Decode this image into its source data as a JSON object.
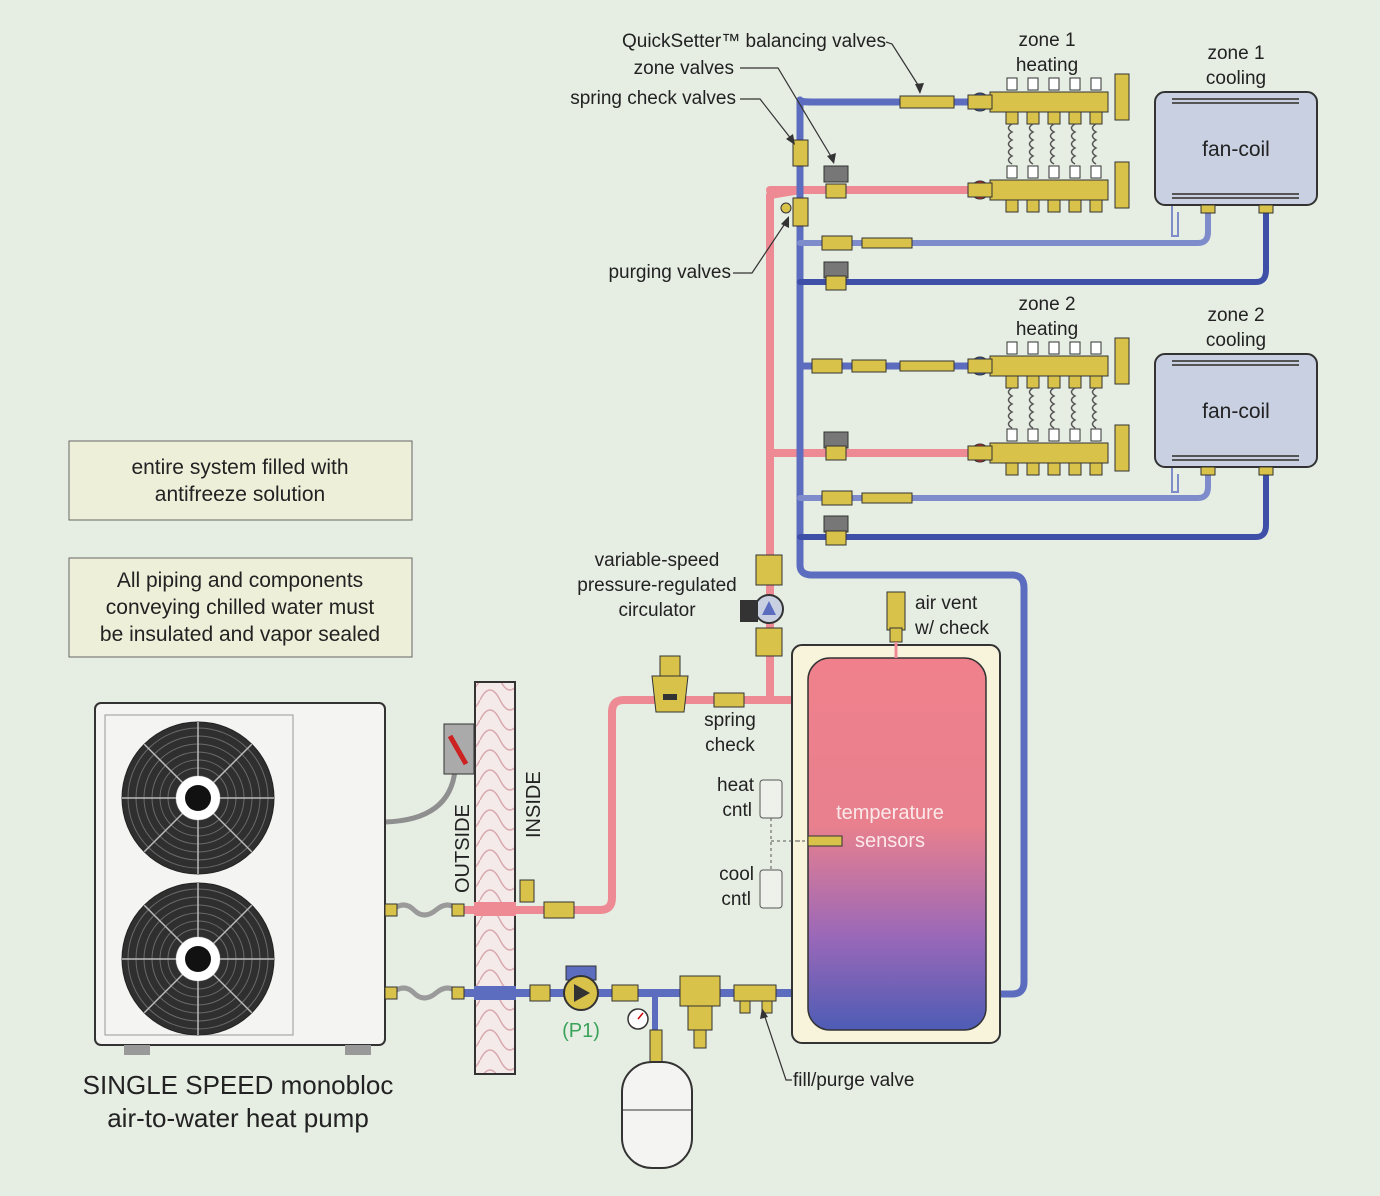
{
  "labels": {
    "quicksetter": "QuickSetter™ balancing valves",
    "zone_valves": "zone valves",
    "spring_check_valves": "spring check valves",
    "purging_valves": "purging valves",
    "circulator_1": "variable-speed",
    "circulator_2": "pressure-regulated",
    "circulator_3": "circulator",
    "air_vent_1": "air vent",
    "air_vent_2": "w/ check",
    "spring_check_1": "spring",
    "spring_check_2": "check",
    "heat_cntl_1": "heat",
    "heat_cntl_2": "cntl",
    "cool_cntl_1": "cool",
    "cool_cntl_2": "cntl",
    "temp_sensors_1": "temperature",
    "temp_sensors_2": "sensors",
    "fill_purge": "fill/purge valve",
    "p1": "(P1)",
    "outside": "OUTSIDE",
    "inside": "INSIDE"
  },
  "zones": [
    {
      "heating_1": "zone 1",
      "heating_2": "heating",
      "cooling_1": "zone 1",
      "cooling_2": "cooling",
      "fancoil": "fan-coil"
    },
    {
      "heating_1": "zone 2",
      "heating_2": "heating",
      "cooling_1": "zone 2",
      "cooling_2": "cooling",
      "fancoil": "fan-coil"
    }
  ],
  "notes": {
    "antifreeze_1": "entire system filled with",
    "antifreeze_2": "antifreeze solution",
    "insulate_1": "All piping and components",
    "insulate_2": "conveying chilled water must",
    "insulate_3": "be insulated and vapor sealed"
  },
  "heat_pump": {
    "line_1": "SINGLE SPEED monobloc",
    "line_2": "air-to-water heat pump"
  },
  "colors": {
    "background": "#e6ede3",
    "hot_pipe": "#ee8a93",
    "cold_pipe": "#5c6dbf",
    "return_pipe": "#3e4fa8",
    "brass": "#d9c24a",
    "fancoil": "#c8d0e2",
    "p1_label": "#3aa35a"
  }
}
